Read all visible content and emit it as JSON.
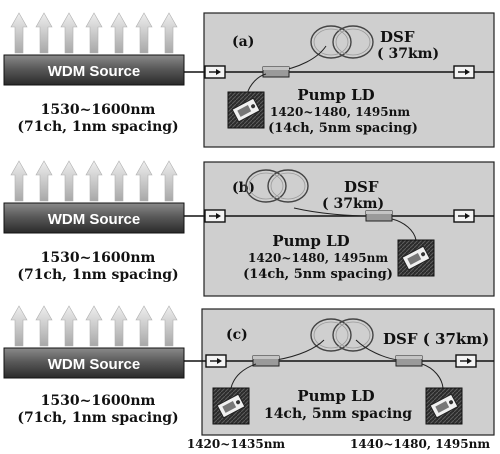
{
  "panels": [
    {
      "tag": "(a)",
      "source_label": "WDM Source",
      "source_range": "1530~1600nm",
      "source_channels": "(71ch, 1nm spacing)",
      "fiber_label": "DSF",
      "fiber_length": "( 37km)",
      "pump_title": "Pump LD",
      "pump_wavelengths": "1420~1480, 1495nm",
      "pump_spacing": "(14ch, 5nm spacing)"
    },
    {
      "tag": "(b)",
      "source_label": "WDM Source",
      "source_range": "1530~1600nm",
      "source_channels": "(71ch, 1nm spacing)",
      "fiber_label": "DSF",
      "fiber_length": "( 37km)",
      "pump_title": "Pump LD",
      "pump_wavelengths": "1420~1480, 1495nm",
      "pump_spacing": "(14ch, 5nm spacing)"
    },
    {
      "tag": "(c)",
      "source_label": "WDM Source",
      "source_range": "1530~1600nm",
      "source_channels": "(71ch, 1nm spacing)",
      "fiber_label": "DSF ( 37km)",
      "pump_title": "Pump LD",
      "pump_spacing": "14ch, 5nm spacing",
      "pump_left_range": "1420~1435nm",
      "pump_right_range": "1440~1480, 1495nm"
    }
  ]
}
